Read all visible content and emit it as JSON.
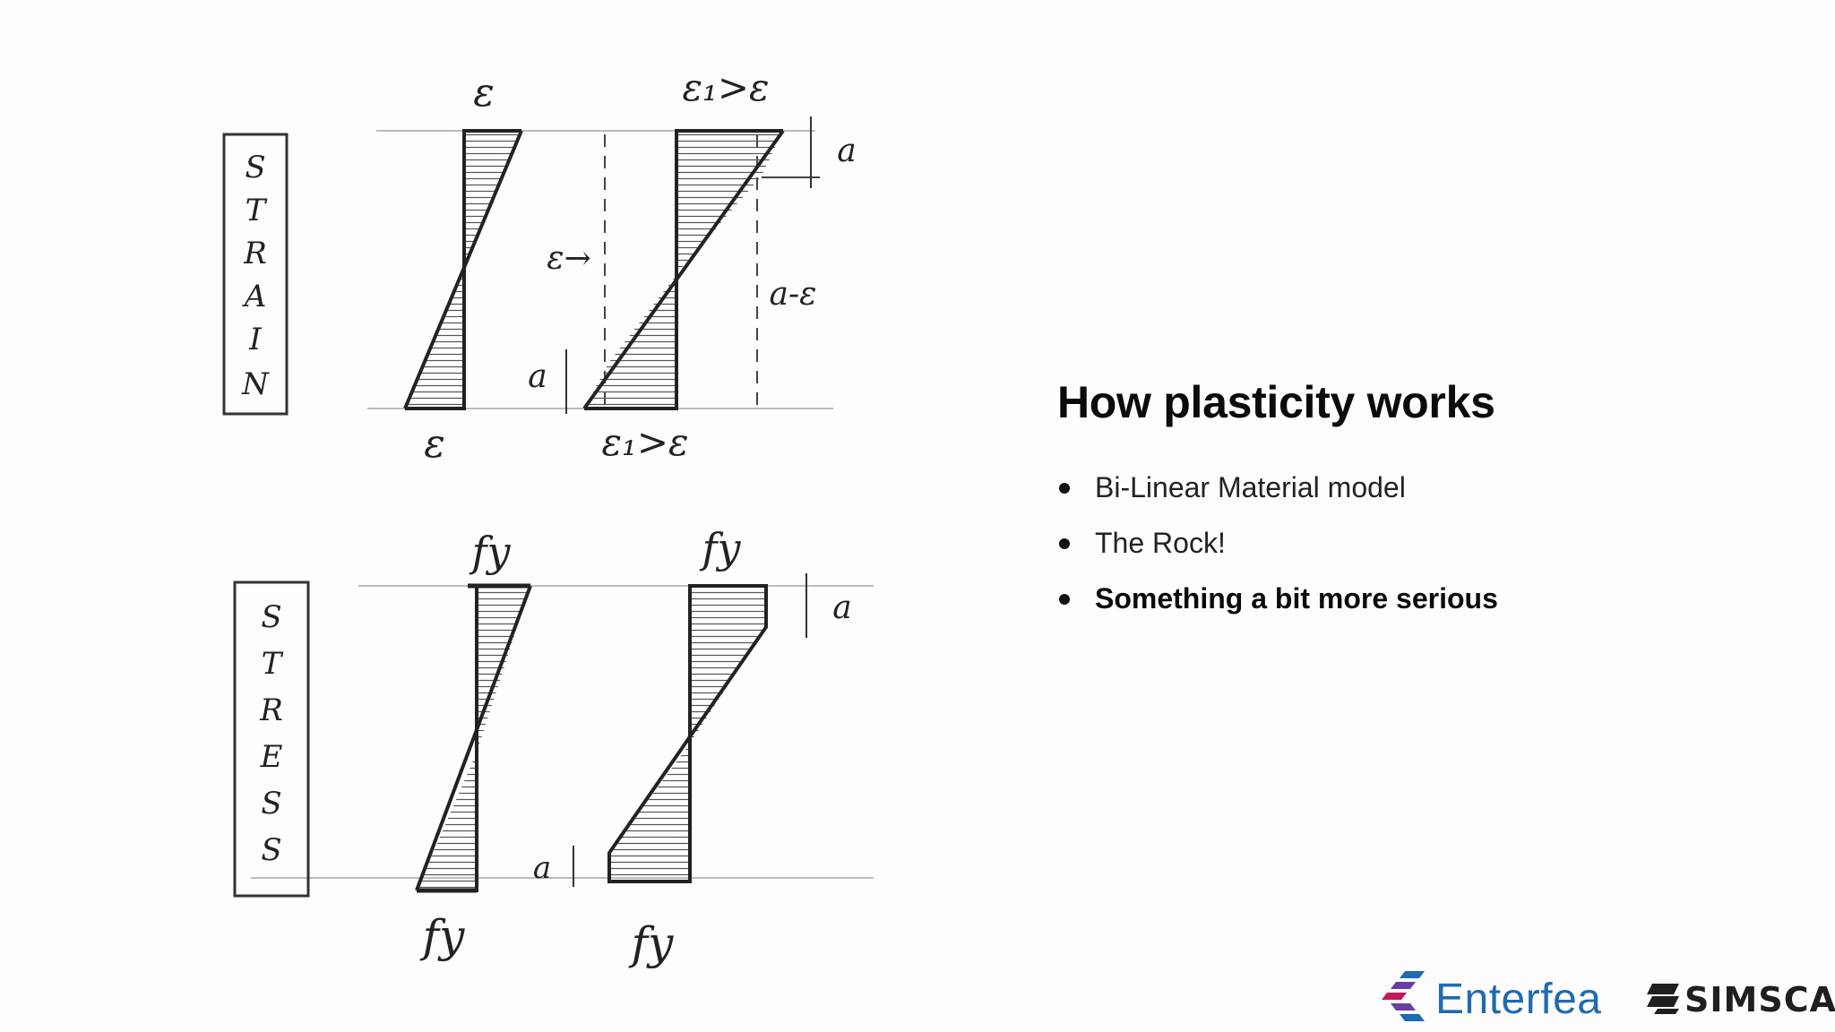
{
  "slide": {
    "title": "How plasticity works",
    "bullets": [
      {
        "text": "Bi-Linear Material model",
        "emphasis": false
      },
      {
        "text": "The Rock!",
        "emphasis": false
      },
      {
        "text": "Something a bit more serious",
        "emphasis": true
      }
    ]
  },
  "sketch": {
    "strain_label": [
      "S",
      "T",
      "R",
      "A",
      "I",
      "N"
    ],
    "stress_label": [
      "S",
      "T",
      "R",
      "E",
      "S",
      "S"
    ],
    "eps": "ε",
    "eps1_gt_eps": "ε₁>ε",
    "eps_arrow": "ε→",
    "a_minus_eps": "a-ε",
    "a": "a",
    "fy": "fy"
  },
  "logos": {
    "enterfea": "Enterfea",
    "simscale": "SIMSCALE",
    "enterfea_color": "#1e6bb0",
    "enterfea_accent": "#c2185b"
  }
}
